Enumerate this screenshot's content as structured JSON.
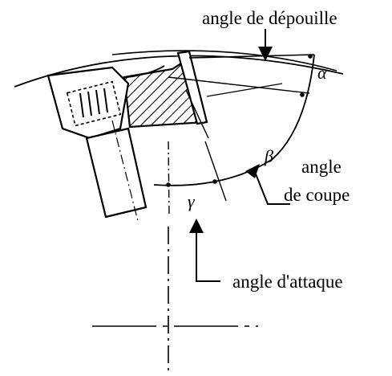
{
  "labels": {
    "clearance_angle": "angle de dépouille",
    "cutting_angle_line1": "angle",
    "cutting_angle_line2": "de coupe",
    "rake_angle": "angle d'attaque"
  },
  "symbols": {
    "alpha": "α",
    "beta": "β",
    "gamma": "γ"
  },
  "colors": {
    "ink": "#000000",
    "paper": "#ffffff"
  }
}
